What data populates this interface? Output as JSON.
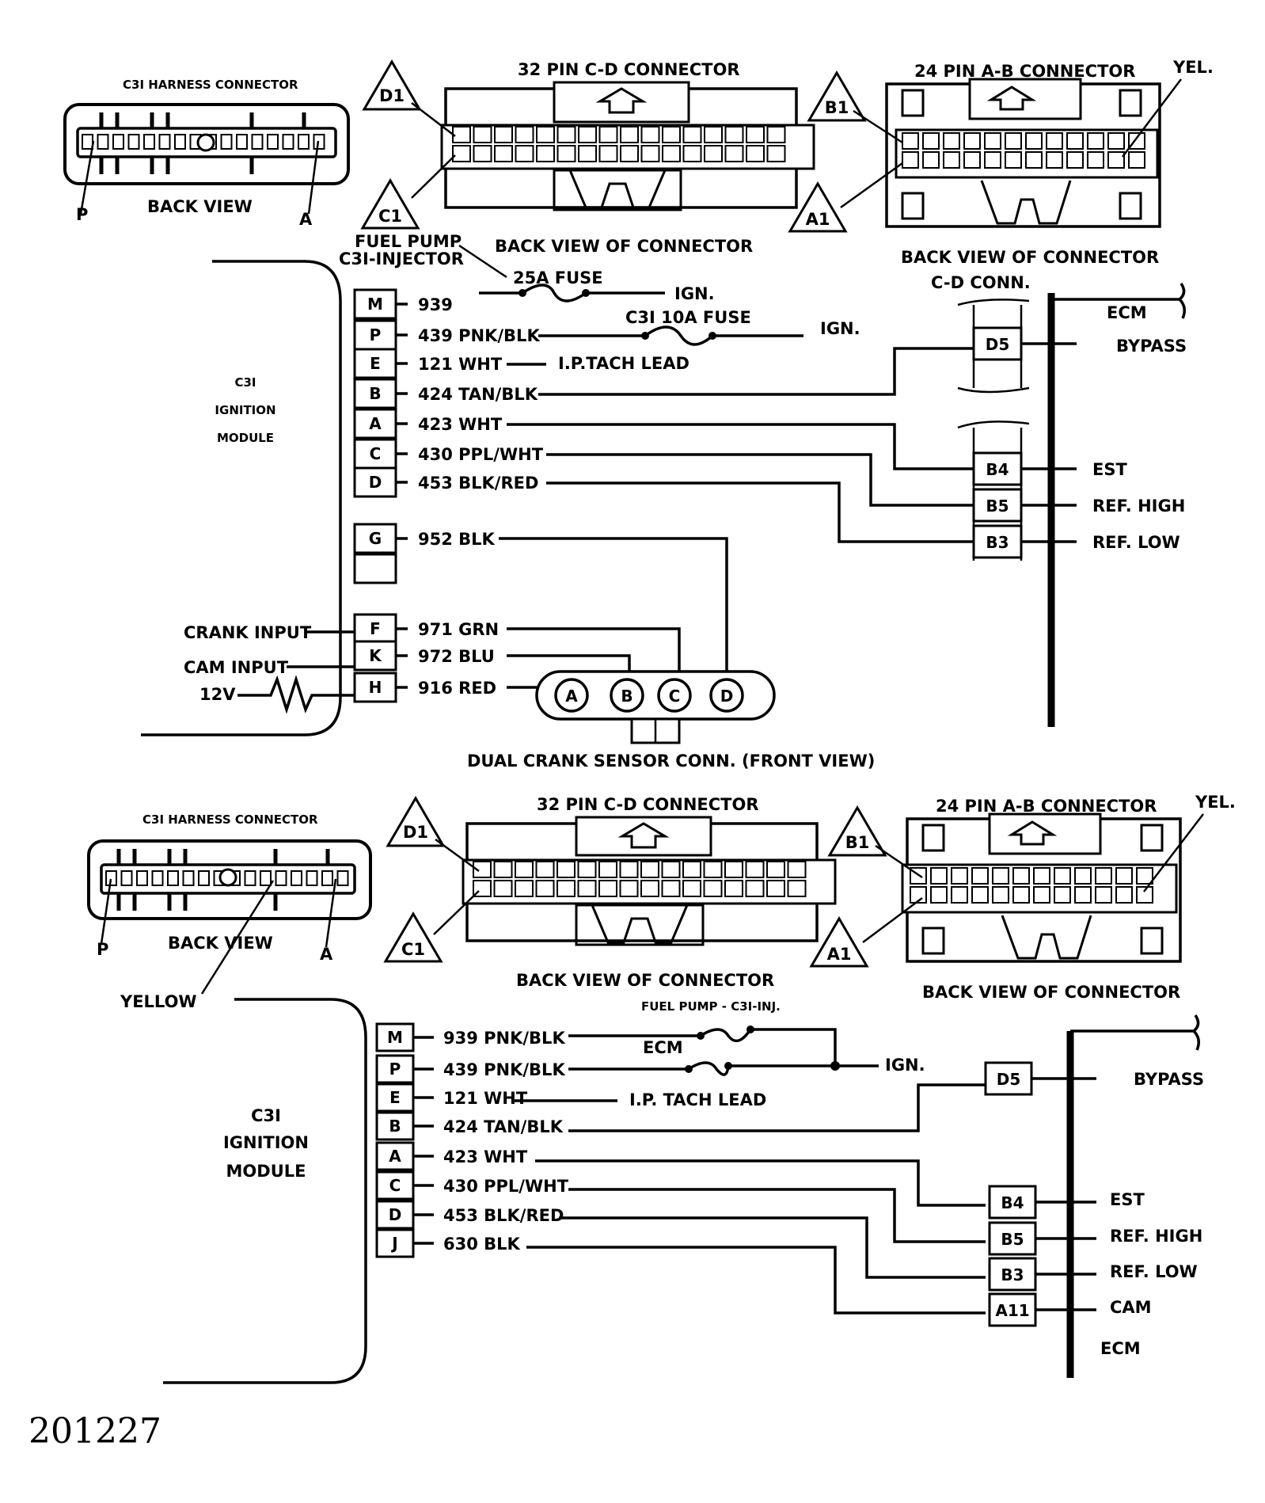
{
  "figure_number": "201227",
  "top": {
    "harness_connector": {
      "title": "C3I HARNESS CONNECTOR",
      "view": "BACK VIEW",
      "left_pin": "P",
      "right_pin": "A"
    },
    "cd_connector": {
      "title": "32 PIN C-D CONNECTOR",
      "view": "BACK VIEW OF CONNECTOR",
      "markers": [
        "D1",
        "C1"
      ]
    },
    "ab_connector": {
      "title": "24 PIN A-B CONNECTOR",
      "view": "BACK VIEW OF CONNECTOR",
      "markers": [
        "B1",
        "A1"
      ],
      "yel": "YEL."
    },
    "module": {
      "line1": "C3I",
      "line2": "IGNITION",
      "line3": "MODULE"
    },
    "fuel_pump_label": "FUEL PUMP",
    "fuel_pump_label2": "C3I-INJECTOR",
    "fuse_25a": "25A FUSE",
    "fuse_10a": "C3I 10A FUSE",
    "ign": "IGN.",
    "tach": "I.P.TACH LEAD",
    "cd_conn": "C-D CONN.",
    "ecm": "ECM",
    "bypass": "BYPASS",
    "est": "EST",
    "ref_high": "REF. HIGH",
    "ref_low": "REF. LOW",
    "crank_input": "CRANK INPUT",
    "cam_input": "CAM INPUT",
    "v12": "12V",
    "sensor_label": "DUAL CRANK SENSOR CONN. (FRONT VIEW)",
    "sensor_pins": [
      "A",
      "B",
      "C",
      "D"
    ],
    "pins": [
      "M",
      "P",
      "E",
      "B",
      "A",
      "C",
      "D",
      "G",
      "",
      "F",
      "K",
      "H"
    ],
    "wires": [
      "939",
      "439 PNK/BLK",
      "121 WHT",
      "424 TAN/BLK",
      "423 WHT",
      "430 PPL/WHT",
      "453 BLK/RED",
      "952 BLK",
      "971 GRN",
      "972 BLU",
      "916 RED"
    ],
    "ecm_pins": [
      "D5",
      "B4",
      "B5",
      "B3"
    ]
  },
  "bottom": {
    "harness_connector": {
      "title": "C3I HARNESS CONNECTOR",
      "view": "BACK VIEW",
      "left_pin": "P",
      "right_pin": "A",
      "yellow": "YELLOW"
    },
    "cd_connector": {
      "title": "32 PIN C-D CONNECTOR",
      "view": "BACK VIEW OF CONNECTOR",
      "markers": [
        "D1",
        "C1"
      ]
    },
    "ab_connector": {
      "title": "24 PIN A-B CONNECTOR",
      "view": "BACK VIEW OF CONNECTOR",
      "markers": [
        "B1",
        "A1"
      ],
      "yel": "YEL."
    },
    "module": {
      "line1": "C3I",
      "line2": "IGNITION",
      "line3": "MODULE"
    },
    "fuel_pump_label": "FUEL PUMP - C3I-INJ.",
    "ecm_fuse": "ECM",
    "ign": "IGN.",
    "tach": "I.P. TACH LEAD",
    "bypass": "BYPASS",
    "est": "EST",
    "ref_high": "REF. HIGH",
    "ref_low": "REF. LOW",
    "cam": "CAM",
    "ecm": "ECM",
    "pins": [
      "M",
      "P",
      "E",
      "B",
      "A",
      "C",
      "D",
      "J"
    ],
    "wires": [
      "939 PNK/BLK",
      "439 PNK/BLK",
      "121 WHT",
      "424 TAN/BLK",
      "423 WHT",
      "430 PPL/WHT",
      "453 BLK/RED",
      "630 BLK"
    ],
    "ecm_pins": [
      "D5",
      "B4",
      "B5",
      "B3",
      "A11"
    ]
  }
}
